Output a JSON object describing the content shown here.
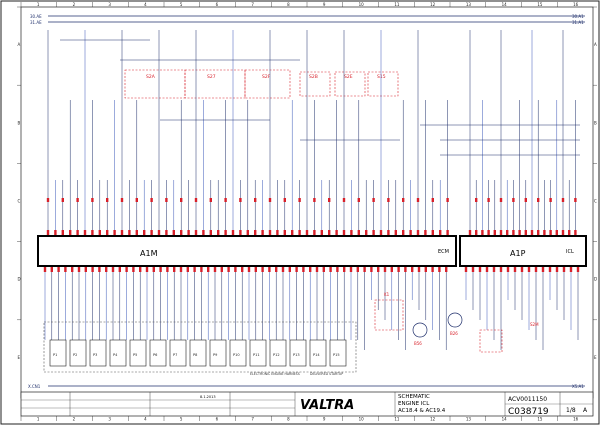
{
  "sheet": {
    "top_columns": [
      "1",
      "2",
      "3",
      "4",
      "5",
      "6",
      "7",
      "8",
      "9",
      "10",
      "11",
      "12",
      "13",
      "14",
      "15",
      "16"
    ],
    "row_letters": [
      "A",
      "B",
      "C",
      "D",
      "E"
    ],
    "title_block": {
      "brand": "VALTRA",
      "title_lines": [
        "SCHEMATIC",
        "ENGINE ICL",
        "AC18.4 & AC19.4"
      ],
      "doc_number": "ACV0011150",
      "drawing_number": "C038719",
      "sheet_fraction": "1/8",
      "revision": "A",
      "date": "8.1.2013"
    }
  },
  "rails": {
    "top_left": [
      "30.AE",
      "31.AE"
    ],
    "top_right": [
      "30.A1",
      "31.A1"
    ],
    "bottom_left": "X.CN1",
    "bottom_right": "X5.A1"
  },
  "modules": {
    "ecu_left": "A1M",
    "ecu_right": "A1P",
    "ecm_label": "ECM",
    "icl_label": "ICL"
  },
  "top_components": [
    {
      "id": "S2A"
    },
    {
      "id": "S27"
    },
    {
      "id": "S2F"
    },
    {
      "id": "S2B"
    },
    {
      "id": "S2E"
    },
    {
      "id": "S15"
    }
  ],
  "bottom_connectors": [
    "P1",
    "P2",
    "P3",
    "P4",
    "P5",
    "P6",
    "P7",
    "P8",
    "P9",
    "P10",
    "P11",
    "P12",
    "P13",
    "P14",
    "P15"
  ],
  "bottom_right_components": [
    "B56",
    "B26",
    "S2M",
    "K1"
  ],
  "bottom_notes": [
    "ELECTRONIC ENGINE HARNESS",
    "DELIVERED STARTUP"
  ],
  "colors": {
    "line": "#1f2f6b",
    "signal": "#3a57b8",
    "connector": "#d8202a",
    "border": "#222222",
    "module_frame": "#000000"
  }
}
